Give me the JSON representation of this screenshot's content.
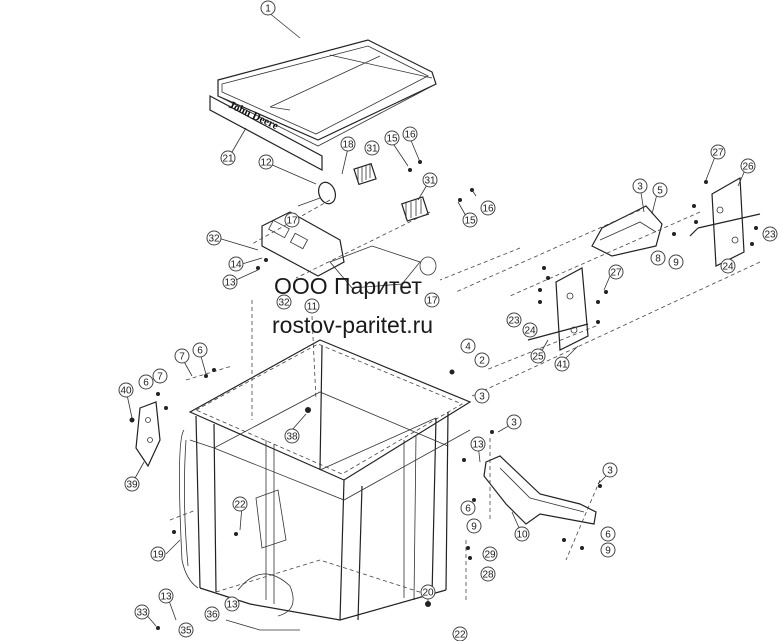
{
  "watermark": {
    "line1": "ООО Паритет",
    "line2": "rostov-paritet.ru"
  },
  "decal_text": "John Deere",
  "callouts": [
    "1",
    "21",
    "12",
    "17",
    "18",
    "31",
    "15",
    "16",
    "31",
    "15",
    "16",
    "32",
    "14",
    "13",
    "32",
    "11",
    "17",
    "3",
    "5",
    "8",
    "9",
    "27",
    "26",
    "23",
    "24",
    "27",
    "23",
    "24",
    "25",
    "41",
    "7",
    "6",
    "40",
    "6",
    "7",
    "4",
    "2",
    "3",
    "38",
    "3",
    "13",
    "39",
    "22",
    "6",
    "9",
    "10",
    "3",
    "6",
    "9",
    "19",
    "29",
    "28",
    "20",
    "33",
    "13",
    "35",
    "36",
    "13",
    "22"
  ]
}
